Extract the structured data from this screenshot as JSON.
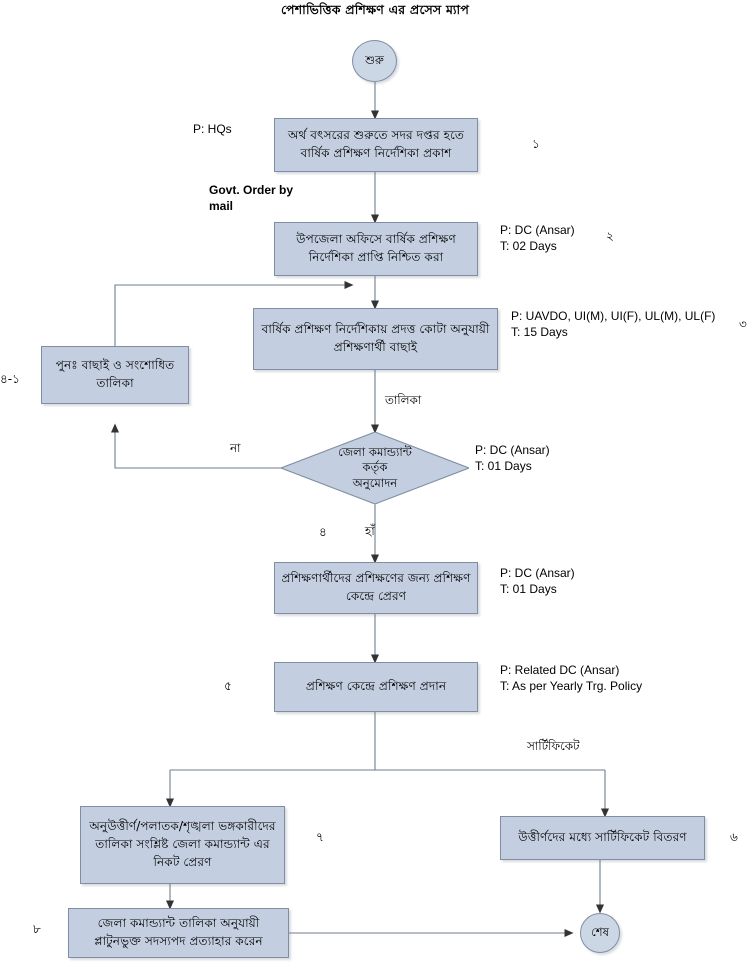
{
  "diagram": {
    "title": "পেশাভিত্তিক প্রশিক্ষণ এর প্রসেস ম্যাপ",
    "colors": {
      "node_fill": "#c3cfe0",
      "node_stroke": "#7f8ea3",
      "terminator_fill": "#ccd7e6",
      "line": "#6f7d8c",
      "text": "#000000"
    }
  },
  "nodes": {
    "start": {
      "label": "শুরু"
    },
    "step1": {
      "label": "অর্থ বৎসরের শুরুতে সদর দপ্তর হতে বার্ষিক প্রশিক্ষণ নির্দেশিকা প্রকাশ"
    },
    "step2": {
      "label": "উপজেলা অফিসে বার্ষিক প্রশিক্ষণ নির্দেশিকা প্রাপ্তি নিশ্চিত করা"
    },
    "step3": {
      "label": "বার্ষিক প্রশিক্ষণ নির্দেশিকায় প্রদত্ত কোটা অনুযায়ী প্রশিক্ষণার্থী বাছাই"
    },
    "rework": {
      "label": "পুনঃ  বাছাই ও সংশোধিত তালিকা"
    },
    "decision": {
      "line1": "জেলা কমান্ড্যান্ট",
      "line2": "কর্তৃক",
      "line3": "অনুমোদন"
    },
    "step5": {
      "label": "প্রশিক্ষণার্থীদের প্রশিক্ষণের জন্য প্রশিক্ষণ কেন্দ্রে প্রেরণ"
    },
    "step6": {
      "label": "প্রশিক্ষণ কেন্দ্রে প্রশিক্ষণ প্রদান"
    },
    "step7": {
      "label": "অনুউত্তীর্ণ/পলাতক/শৃঙ্খলা ভঙ্গকারীদের তালিকা সংশ্লিষ্ট  জেলা কমান্ড্যান্ট এর নিকট প্রেরণ"
    },
    "step8": {
      "label": "উত্তীর্ণদের মধ্যে সার্টিফিকেট বিতরণ"
    },
    "step9": {
      "label": "জেলা কমান্ড্যান্ট তালিকা অনুযায়ী প্লাটুনভুক্ত সদস্যপদ প্রত্যাহার করেন"
    },
    "end": {
      "label": "শেষ"
    }
  },
  "annotations": {
    "p_hqs": "P: HQs",
    "govt_order": "Govt. Order by\nmail",
    "step2_pt": "P: DC (Ansar)\nT: 02 Days",
    "step3_pt": "P: UAVDO, UI(M), UI(F), UL(M), UL(F)\nT: 15 Days",
    "decision_pt": "P: DC (Ansar)\nT: 01 Days",
    "step5_pt": "P: DC (Ansar)\nT: 01 Days",
    "step6_pt": "P: Related DC (Ansar)\nT: As per Yearly Trg. Policy"
  },
  "edge_labels": {
    "talika": "তালিকা",
    "na": "না",
    "ha": "হাঁ",
    "certificate": "সার্টিফিকেট"
  },
  "step_numbers": {
    "n1": "১",
    "n2": "২",
    "n3": "৩",
    "n4_1": "৪-১",
    "n4": "৪",
    "n5": "৫",
    "n6": "৬",
    "n7": "৭",
    "n8": "৮"
  }
}
